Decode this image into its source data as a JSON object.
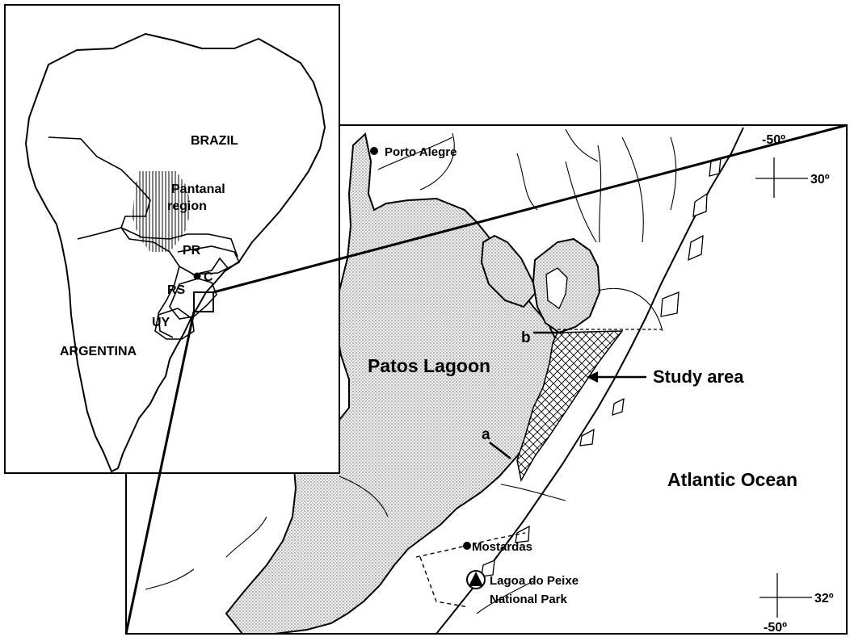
{
  "inset": {
    "labels": {
      "brazil": "BRAZIL",
      "pantanal": [
        "Pantanal",
        "region"
      ],
      "pr": "PR",
      "c": "C",
      "rs": "RS",
      "uy": "UY",
      "argentina": "ARGENTINA"
    }
  },
  "main": {
    "cities": {
      "porto_alegre": "Porto Alegre",
      "mostardas": "Mostardas"
    },
    "park": [
      "Lagoa do Peixe",
      "National Park"
    ],
    "water": {
      "lagoon": "Patos Lagoon",
      "ocean": "Atlantic Ocean"
    },
    "study_area": "Study area",
    "markers": {
      "a": "a",
      "b": "b"
    },
    "graticule": {
      "top_lon": "-50º",
      "top_lat": "30º",
      "bottom_lat": "32º",
      "bottom_lon": "-50º"
    }
  },
  "icons": {
    "city": "city-dot-icon",
    "park": "triangle-park-icon",
    "graticule": "crosshair-icon"
  }
}
